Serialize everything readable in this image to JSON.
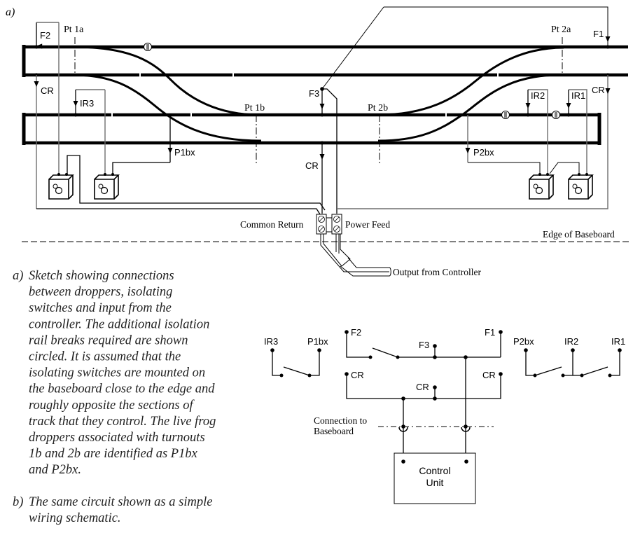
{
  "figure_label_a": "a)",
  "track_labels": {
    "pt1a": "Pt 1a",
    "pt1b": "Pt 1b",
    "pt2a": "Pt 2a",
    "pt2b": "Pt 2b"
  },
  "dropper_labels": {
    "f1": "F1",
    "f2": "F2",
    "f3": "F3",
    "cr_left": "CR",
    "cr_right": "CR",
    "cr_center": "CR",
    "ir1": "IR1",
    "ir2": "IR2",
    "ir3": "IR3",
    "p1bx": "P1bx",
    "p2bx": "P2bx"
  },
  "terminal_labels": {
    "common_return": "Common Return",
    "power_feed": "Power Feed",
    "edge_of_baseboard": "Edge of Baseboard",
    "output_from_controller": "Output from Controller"
  },
  "schematic": {
    "left_switch": {
      "a": "IR3",
      "b": "P1bx"
    },
    "feeds": {
      "f2": "F2",
      "f3": "F3",
      "f1": "F1"
    },
    "returns": {
      "cr_left": "CR",
      "cr_center": "CR",
      "cr_right": "CR"
    },
    "right_switches": {
      "a": "P2bx",
      "b": "IR2",
      "c": "IR1"
    },
    "connection_label_line1": "Connection to",
    "connection_label_line2": "Baseboard",
    "control_unit_line1": "Control",
    "control_unit_line2": "Unit"
  },
  "caption": {
    "a_marker": "a)",
    "a_lines": [
      "Sketch showing connections",
      "between droppers, isolating",
      "switches and input from the",
      "controller. The additional isolation",
      "rail breaks required are shown",
      "circled. It is assumed that the",
      "isolating switches are mounted on",
      "the baseboard close to the edge and",
      "roughly opposite the sections of",
      "track that they control. The live frog",
      "droppers associated with turnouts",
      "1b and 2b are identified as P1bx",
      "and P2bx."
    ],
    "b_marker": "b)",
    "b_lines": [
      "The same circuit shown as a simple",
      "wiring schematic."
    ]
  }
}
